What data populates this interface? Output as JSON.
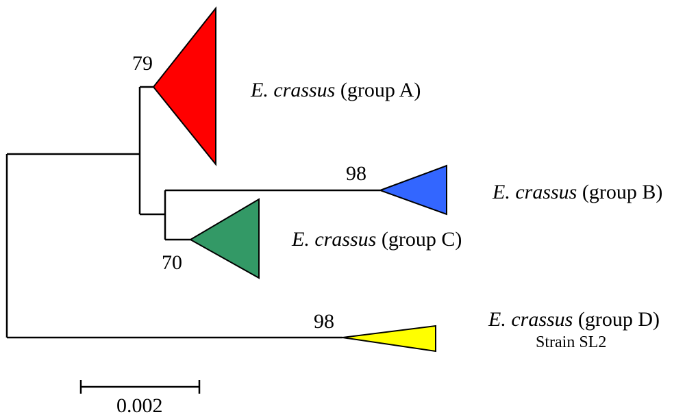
{
  "tree": {
    "clades": [
      {
        "id": "A",
        "species": "E. crassus",
        "group": "(group A)",
        "bootstrap": "79",
        "color": "#ff0000"
      },
      {
        "id": "B",
        "species": "E. crassus",
        "group": "(group B)",
        "bootstrap": "98",
        "color": "#3366ff"
      },
      {
        "id": "C",
        "species": "E. crassus",
        "group": "(group C)",
        "bootstrap": "70",
        "color": "#339966"
      },
      {
        "id": "D",
        "species": "E. crassus",
        "group": "(group D)",
        "bootstrap": "98",
        "strain": "Strain SL2",
        "color": "#ffff00"
      }
    ],
    "scale_bar": {
      "label": "0.002"
    },
    "branch_color": "#000000"
  }
}
